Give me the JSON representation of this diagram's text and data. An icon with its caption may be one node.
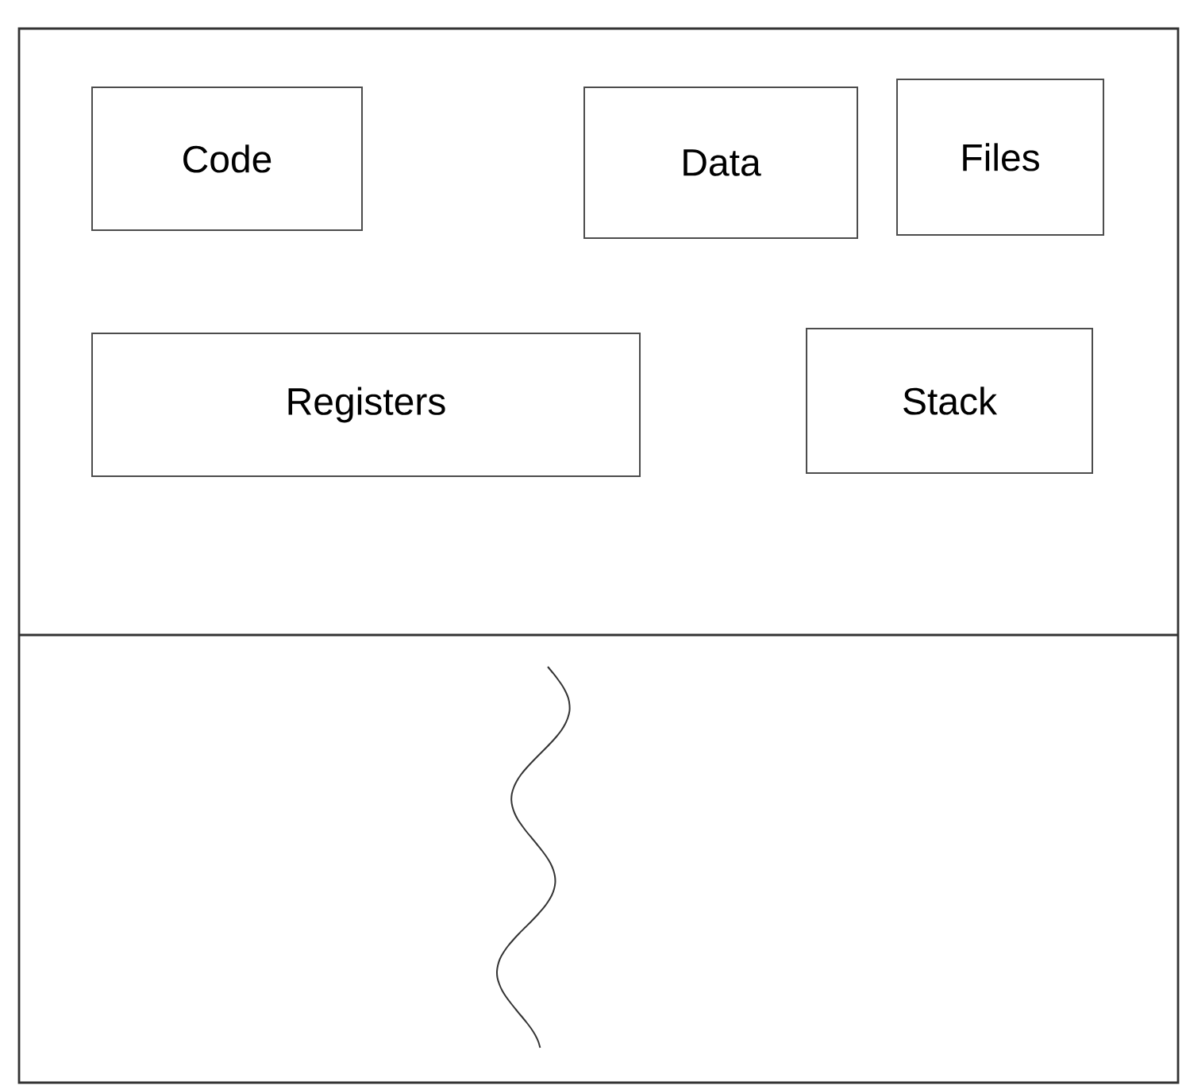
{
  "diagram": {
    "nodes": [
      {
        "text": [],
        "shape": "box"
      },
      {
        "text": [
          "Code"
        ],
        "in": 0
      },
      {
        "text": [
          "Data"
        ],
        "in": 0
      },
      {
        "text": [
          "Files"
        ],
        "in": 0
      },
      {
        "text": [
          "Registers"
        ],
        "in": 0
      },
      {
        "text": [
          "Stack"
        ],
        "in": 0
      }
    ]
  }
}
